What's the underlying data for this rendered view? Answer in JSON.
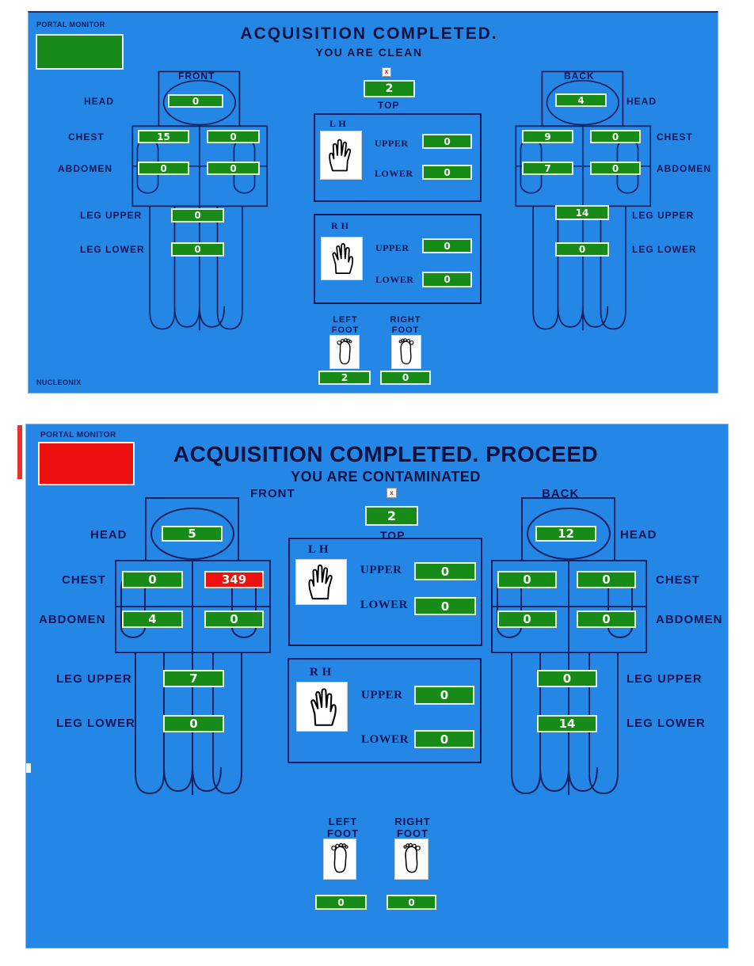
{
  "colors": {
    "panel_bg": "#2487e5",
    "safe_green": "#178a17",
    "alert_red": "#ee1111",
    "label_navy": "#0d1556"
  },
  "icons": {
    "close": "x"
  },
  "panel_clean": {
    "brand": "PORTAL MONITOR",
    "vendor": "NUCLEONIX",
    "title": "ACQUISITION COMPLETED.",
    "subtitle": "YOU ARE CLEAN",
    "status_state": "clean",
    "front_label": "FRONT",
    "back_label": "BACK",
    "top": {
      "label": "TOP",
      "value": "2",
      "state": "normal"
    },
    "labels": {
      "head": "HEAD",
      "chest": "CHEST",
      "abdomen": "ABDOMEN",
      "leg_upper": "LEG UPPER",
      "leg_lower": "LEG LOWER",
      "lh": "L H",
      "rh": "R H",
      "upper": "UPPER",
      "lower": "LOWER",
      "left_foot": "LEFT FOOT",
      "right_foot": "RIGHT FOOT"
    },
    "front": {
      "head": {
        "value": "0",
        "state": "normal"
      },
      "chest_left": {
        "value": "15",
        "state": "normal"
      },
      "chest_right": {
        "value": "0",
        "state": "normal"
      },
      "abdomen_left": {
        "value": "0",
        "state": "normal"
      },
      "abdomen_right": {
        "value": "0",
        "state": "normal"
      },
      "leg_upper": {
        "value": "0",
        "state": "normal"
      },
      "leg_lower": {
        "value": "0",
        "state": "normal"
      }
    },
    "back": {
      "head": {
        "value": "4",
        "state": "normal"
      },
      "chest_left": {
        "value": "9",
        "state": "normal"
      },
      "chest_right": {
        "value": "0",
        "state": "normal"
      },
      "abdomen_left": {
        "value": "7",
        "state": "normal"
      },
      "abdomen_right": {
        "value": "0",
        "state": "normal"
      },
      "leg_upper": {
        "value": "14",
        "state": "normal"
      },
      "leg_lower": {
        "value": "0",
        "state": "normal"
      }
    },
    "left_hand": {
      "upper": {
        "value": "0",
        "state": "normal"
      },
      "lower": {
        "value": "0",
        "state": "normal"
      }
    },
    "right_hand": {
      "upper": {
        "value": "0",
        "state": "normal"
      },
      "lower": {
        "value": "0",
        "state": "normal"
      }
    },
    "left_foot": {
      "value": "2",
      "state": "normal"
    },
    "right_foot": {
      "value": "0",
      "state": "normal"
    }
  },
  "panel_contaminated": {
    "brand": "PORTAL MONITOR",
    "title": "ACQUISITION COMPLETED. PROCEED",
    "subtitle": "YOU ARE CONTAMINATED",
    "status_state": "contaminated",
    "front_label": "FRONT",
    "back_label": "BACK",
    "top": {
      "label": "TOP",
      "value": "2",
      "state": "normal"
    },
    "labels": {
      "head": "HEAD",
      "chest": "CHEST",
      "abdomen": "ABDOMEN",
      "leg_upper": "LEG UPPER",
      "leg_lower": "LEG LOWER",
      "lh": "L H",
      "rh": "R H",
      "upper": "UPPER",
      "lower": "LOWER",
      "left_foot": "LEFT FOOT",
      "right_foot": "RIGHT FOOT"
    },
    "front": {
      "head": {
        "value": "5",
        "state": "normal"
      },
      "chest_left": {
        "value": "0",
        "state": "normal"
      },
      "chest_right": {
        "value": "349",
        "state": "alert"
      },
      "abdomen_left": {
        "value": "4",
        "state": "normal"
      },
      "abdomen_right": {
        "value": "0",
        "state": "normal"
      },
      "leg_upper": {
        "value": "7",
        "state": "normal"
      },
      "leg_lower": {
        "value": "0",
        "state": "normal"
      }
    },
    "back": {
      "head": {
        "value": "12",
        "state": "normal"
      },
      "chest_left": {
        "value": "0",
        "state": "normal"
      },
      "chest_right": {
        "value": "0",
        "state": "normal"
      },
      "abdomen_left": {
        "value": "0",
        "state": "normal"
      },
      "abdomen_right": {
        "value": "0",
        "state": "normal"
      },
      "leg_upper": {
        "value": "0",
        "state": "normal"
      },
      "leg_lower": {
        "value": "14",
        "state": "normal"
      }
    },
    "left_hand": {
      "upper": {
        "value": "0",
        "state": "normal"
      },
      "lower": {
        "value": "0",
        "state": "normal"
      }
    },
    "right_hand": {
      "upper": {
        "value": "0",
        "state": "normal"
      },
      "lower": {
        "value": "0",
        "state": "normal"
      }
    },
    "left_foot": {
      "value": "0",
      "state": "normal"
    },
    "right_foot": {
      "value": "0",
      "state": "normal"
    }
  }
}
